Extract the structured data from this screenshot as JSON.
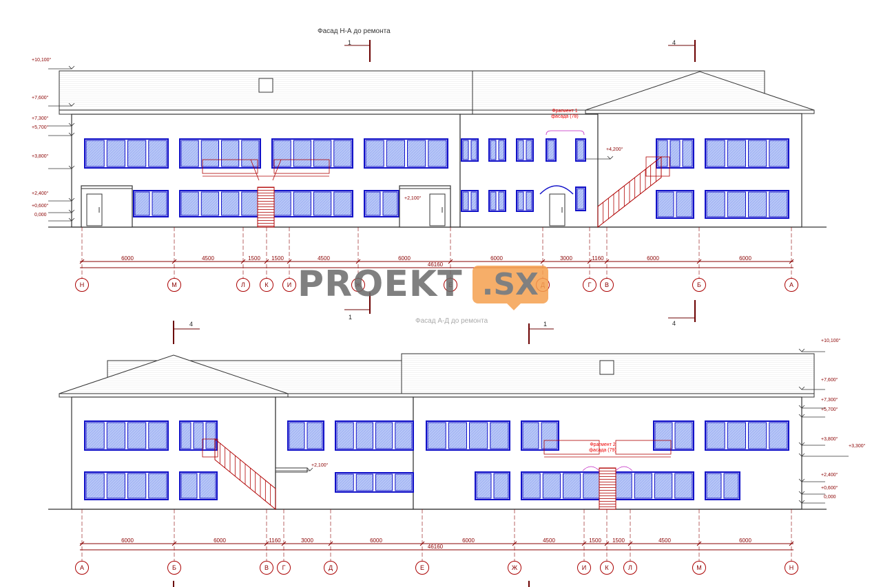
{
  "titles": {
    "upper": "Фасад Н-А до ремонта",
    "lower": "Фасад А-Д до ремонта"
  },
  "watermark": {
    "brand": "PROEKT",
    "suffix": ".SX"
  },
  "cut_marks": {
    "a": "1",
    "b": "4"
  },
  "upper": {
    "levels": [
      "+10,100°",
      "+7,600°",
      "+7,300°",
      "+5,700°",
      "+3,800°",
      "+2,400°",
      "+0,600°",
      "0,000"
    ],
    "notes": [
      "+4,200°",
      "+2,100°"
    ],
    "fragment": "Фрагмент 1\nфасада (78)",
    "dims": [
      "6000",
      "4500",
      "1500",
      "1500",
      "4500",
      "6000",
      "6000",
      "3000",
      "1160",
      "6000",
      "6000"
    ],
    "total": "46160",
    "axes": [
      "Н",
      "М",
      "Л",
      "К",
      "И",
      "Ж",
      "Е",
      "Д",
      "Г",
      "В",
      "Б",
      "А"
    ]
  },
  "lower": {
    "levels": [
      "+10,100°",
      "+7,600°",
      "+7,300°",
      "+5,700°",
      "+3,800°",
      "+3,300°",
      "+2,400°",
      "+0,600°",
      "0,000"
    ],
    "notes": [
      "+2,100°"
    ],
    "fragment": "Фрагмент 2\nфасада (79)",
    "dims": [
      "6000",
      "6000",
      "1160",
      "3000",
      "6000",
      "6000",
      "4500",
      "1500",
      "1500",
      "4500",
      "6000"
    ],
    "total": "46160",
    "axes": [
      "А",
      "Б",
      "В",
      "Г",
      "Д",
      "Е",
      "Ж",
      "И",
      "К",
      "Л",
      "М",
      "Н"
    ]
  },
  "colors": {
    "line": "#333333",
    "dim": "#8a0000",
    "glass": "#b7c6f7",
    "frame": "#1010c8",
    "stair": "#b00000"
  }
}
